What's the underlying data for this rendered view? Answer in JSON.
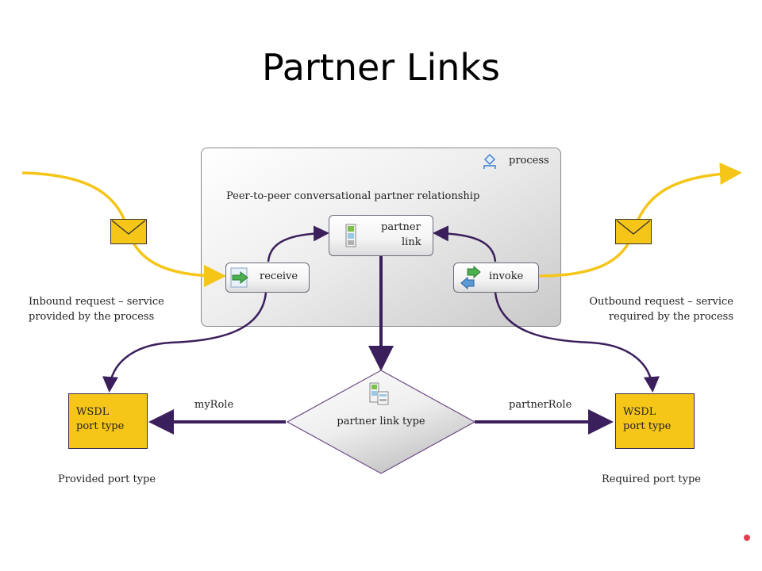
{
  "title": "Partner Links",
  "process": {
    "label": "process",
    "subtitle": "Peer-to-peer conversational partner relationship",
    "icon": "process-icon"
  },
  "nodes": {
    "receive": {
      "label": "receive",
      "icon": "receive-arrow-icon"
    },
    "partner_link": {
      "line1": "partner",
      "line2": "link",
      "icon": "partner-link-icon"
    },
    "invoke": {
      "label": "invoke",
      "icon": "invoke-arrows-icon"
    },
    "partner_link_type": {
      "label": "partner link type",
      "icon": "partner-link-type-icon"
    }
  },
  "roles": {
    "my_role": "myRole",
    "partner_role": "partnerRole"
  },
  "wsdl_left": {
    "line1": "WSDL",
    "line2": "port type"
  },
  "wsdl_right": {
    "line1": "WSDL",
    "line2": "port type"
  },
  "captions": {
    "inbound_line1": "Inbound request – service",
    "inbound_line2": "provided by the process",
    "outbound_line1": "Outbound request – service",
    "outbound_line2": "required by the process",
    "provided": "Provided port type",
    "required": "Required port type"
  },
  "colors": {
    "message_flow": "#f5c518",
    "connector": "#3b1f5c",
    "wsdl_fill": "#f5c518",
    "accent_dot": "#e0414f"
  }
}
